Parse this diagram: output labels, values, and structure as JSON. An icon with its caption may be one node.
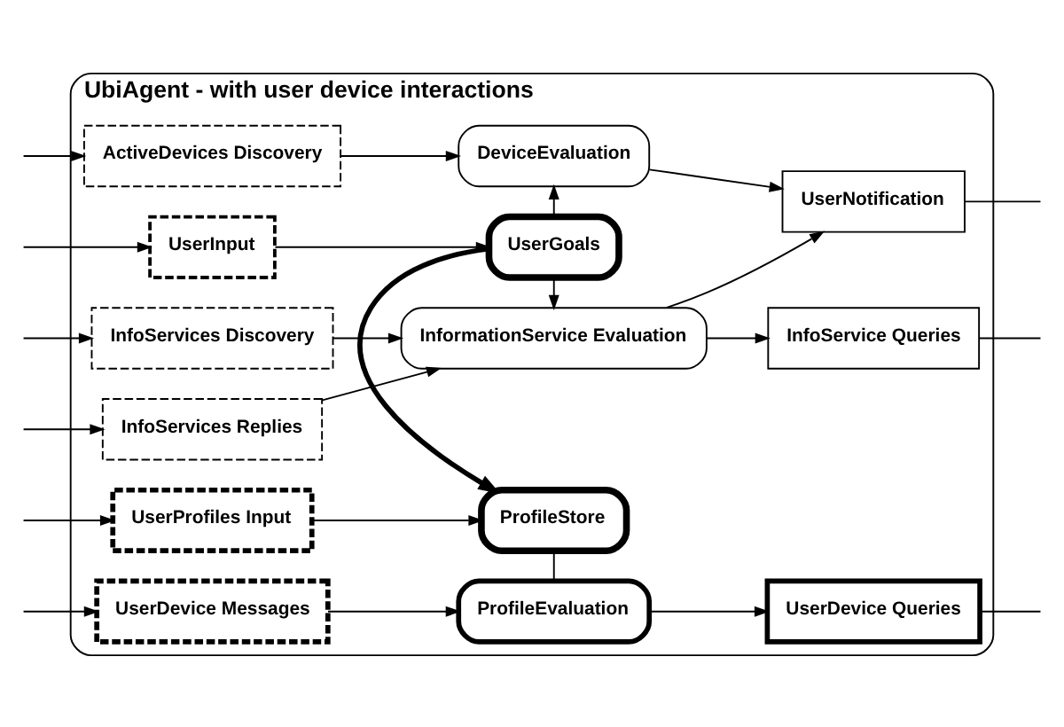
{
  "diagram": {
    "nodes": [
      {
        "text": [
          "UbiAgent - with user device interactions"
        ]
      },
      {
        "text": [
          "ActiveDevices Discovery"
        ],
        "in": 0
      },
      {
        "text": [
          "DeviceEvaluation"
        ],
        "in": 0
      },
      {
        "text": [
          "UserNotification"
        ],
        "in": 0
      },
      {
        "text": [
          "UserInput"
        ],
        "in": 0
      },
      {
        "text": [
          "UserGoals"
        ],
        "in": 0
      },
      {
        "text": [
          "InfoServices Discovery"
        ],
        "in": 0
      },
      {
        "text": [
          "InformationService Evaluation"
        ],
        "in": 0
      },
      {
        "text": [
          "InfoService Queries"
        ],
        "in": 0
      },
      {
        "text": [
          "InfoServices Replies"
        ],
        "in": 0
      },
      {
        "text": [
          "ProfileStore"
        ],
        "in": 0
      },
      {
        "text": [
          "UserDevice Queries"
        ],
        "in": 0
      },
      {
        "text": [
          "UserProfiles Input"
        ],
        "in": 0
      },
      {
        "text": [
          "ProfileEvaluation"
        ],
        "in": 0
      },
      {
        "text": [
          "UserDevice Messages"
        ],
        "in": 0
      }
    ],
    "edges": [
      {
        "from": null,
        "to": 1,
        "arrow": "to"
      },
      {
        "from": null,
        "to": 4,
        "arrow": "to"
      },
      {
        "from": null,
        "to": 6,
        "arrow": "to"
      },
      {
        "from": null,
        "to": 9,
        "arrow": "to"
      },
      {
        "from": null,
        "to": 12,
        "arrow": "to"
      },
      {
        "from": null,
        "to": 14,
        "arrow": "to"
      },
      {
        "from": 1,
        "to": 2,
        "arrow": "to"
      },
      {
        "from": 5,
        "to": 2,
        "arrow": "to"
      },
      {
        "from": 2,
        "to": 3,
        "arrow": "to"
      },
      {
        "from": 4,
        "to": 5,
        "arrow": "to"
      },
      {
        "from": 5,
        "to": 7,
        "arrow": "to"
      },
      {
        "from": 6,
        "to": 7,
        "arrow": "to"
      },
      {
        "from": 9,
        "to": 7,
        "arrow": "to"
      },
      {
        "from": 7,
        "to": 3,
        "arrow": "to"
      },
      {
        "from": 7,
        "to": 8,
        "arrow": "to"
      },
      {
        "from": 5,
        "to": 10,
        "arrow": "to",
        "style": "thick"
      },
      {
        "from": 12,
        "to": 10,
        "arrow": "to"
      },
      {
        "from": 10,
        "to": 13,
        "arrow": "none"
      },
      {
        "from": 14,
        "to": 13,
        "arrow": "to"
      },
      {
        "from": 13,
        "to": 11,
        "arrow": "to"
      },
      {
        "from": 3,
        "to": null,
        "arrow": "none"
      },
      {
        "from": 8,
        "to": null,
        "arrow": "none"
      },
      {
        "from": 11,
        "to": null,
        "arrow": "none"
      }
    ]
  }
}
